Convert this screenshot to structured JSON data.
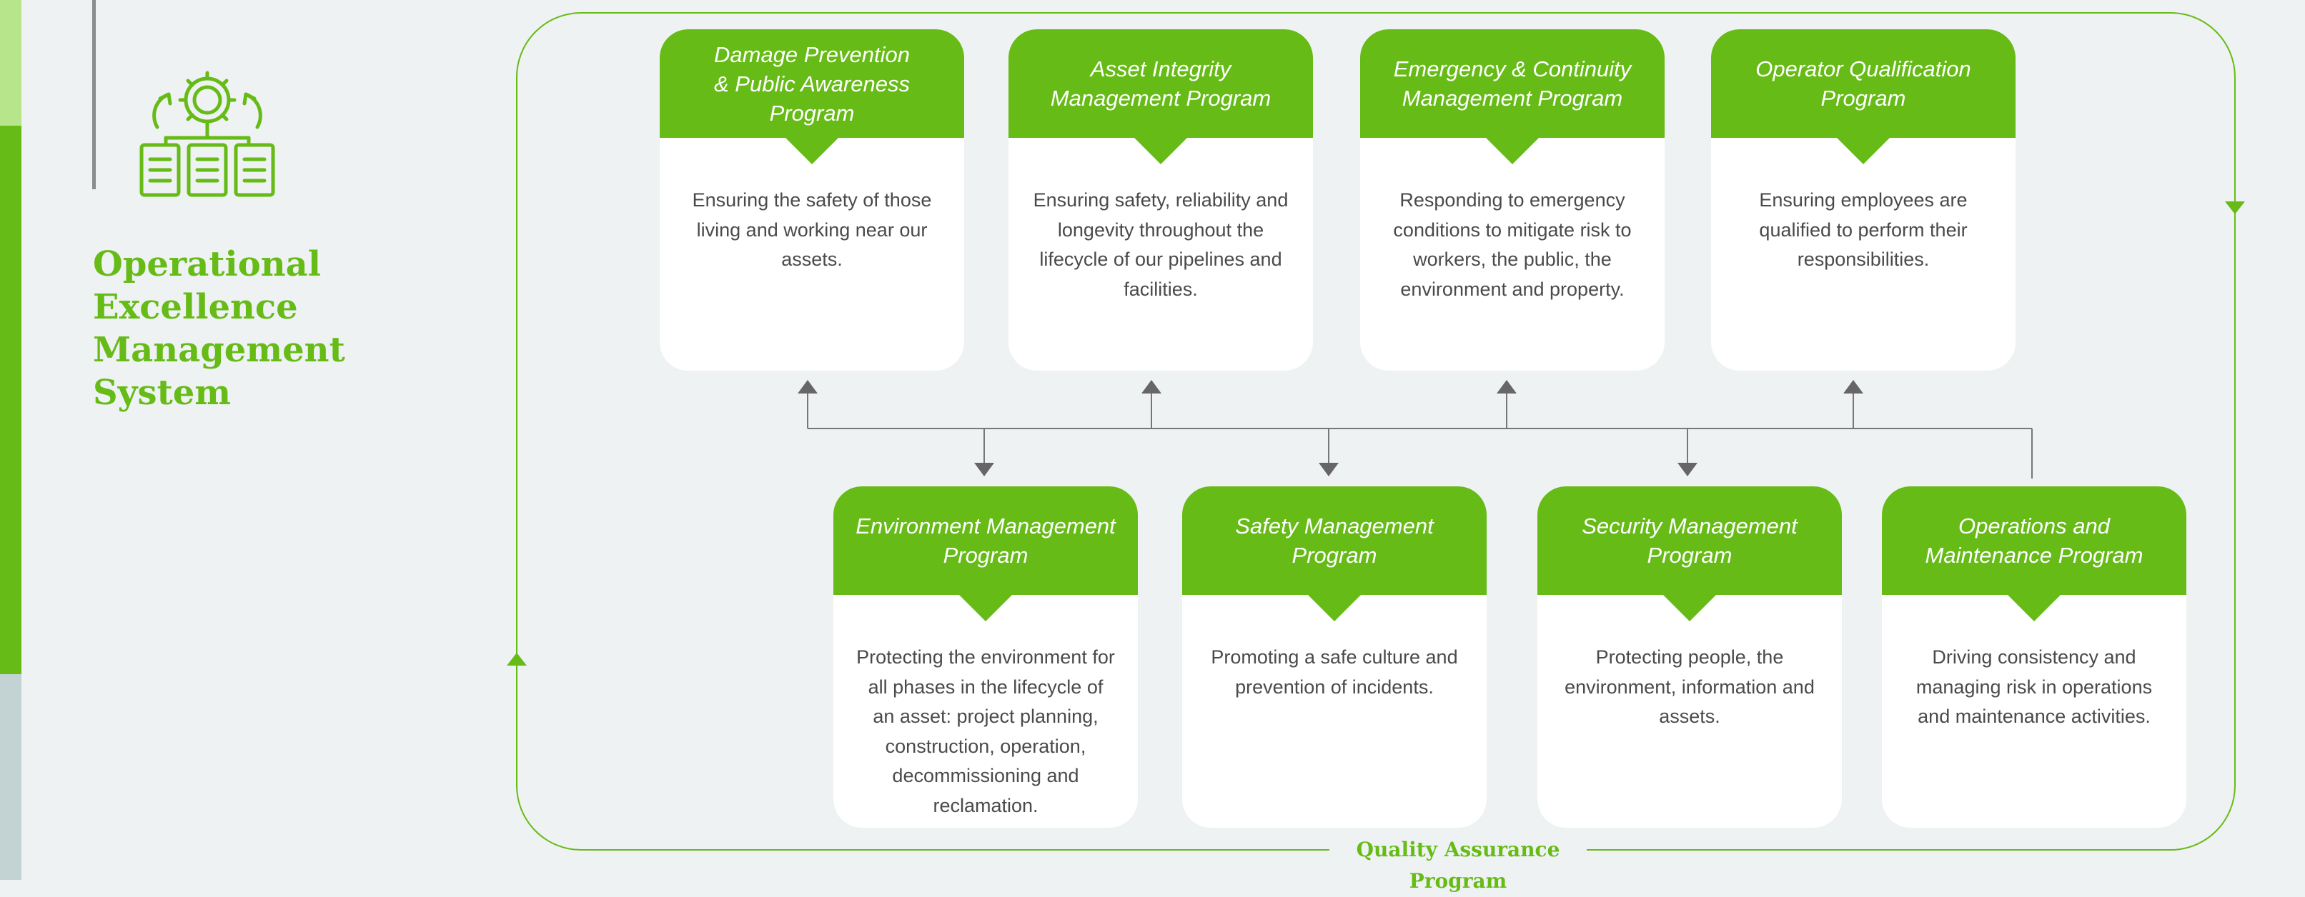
{
  "title_lines": [
    "Operational",
    "Excellence",
    "Management",
    "System"
  ],
  "icon": "gear-with-cycle-arrows-and-servers-icon",
  "colors": {
    "accent": "#66bb17",
    "accent_light": "#b6e58c",
    "connector": "#666666",
    "background": "#eff2f2"
  },
  "top_programs": [
    {
      "title_lines": [
        "Damage Prevention",
        "& Public Awareness",
        "Program"
      ],
      "description": "Ensuring the safety of those living and working near our assets."
    },
    {
      "title_lines": [
        "Asset Integrity",
        "Management Program"
      ],
      "description": "Ensuring safety, reliability and longevity throughout the lifecycle of our pipelines and facilities."
    },
    {
      "title_lines": [
        "Emergency & Continuity",
        "Management Program"
      ],
      "description": "Responding to emergency conditions to mitigate risk to workers, the public, the environment and property."
    },
    {
      "title_lines": [
        "Operator Qualification",
        "Program"
      ],
      "description": "Ensuring employees are qualified to perform their responsibilities."
    }
  ],
  "bottom_programs": [
    {
      "title_lines": [
        "Environment Management",
        "Program"
      ],
      "description": "Protecting the environment for all phases in the lifecycle of an asset: project planning, construction, operation, decommissioning and reclamation."
    },
    {
      "title_lines": [
        "Safety Management",
        "Program"
      ],
      "description": "Promoting a safe culture and prevention of incidents."
    },
    {
      "title_lines": [
        "Security Management",
        "Program"
      ],
      "description": "Protecting people, the environment, information and assets."
    },
    {
      "title_lines": [
        "Operations and",
        "Maintenance Program"
      ],
      "description": "Driving consistency and managing risk in operations and maintenance activities."
    }
  ],
  "quality_assurance_label": "Quality Assurance Program"
}
